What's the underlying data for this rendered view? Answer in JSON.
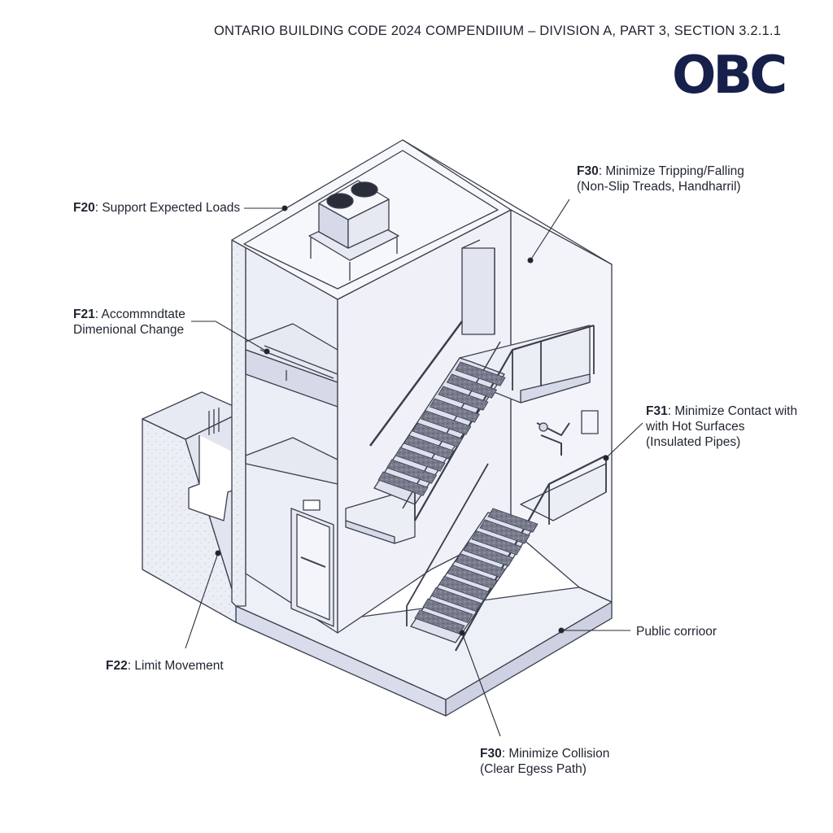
{
  "header": {
    "title": "ONTARIO BUILDING CODE 2024 COMPENDIIUM – DIVISION A, PART 3, SECTION 3.2.1.1"
  },
  "logo": {
    "text": "OBC",
    "color": "#16204a"
  },
  "callouts": {
    "f20": {
      "code": "F20",
      "text": ": Support Expected Loads"
    },
    "f21": {
      "code": "F21",
      "line1": ": Accommndtate",
      "line2": "Dimenional Change"
    },
    "f22": {
      "code": "F22",
      "text": ": Limit Movement"
    },
    "f30_top": {
      "code": "F30",
      "line1": ": Minimize Tripping/Falling",
      "line2": "(Non-Slip Treads, Handharril)"
    },
    "f31": {
      "code": "F31",
      "line1": ": Minimize Contact with",
      "line2": "with Hot Surfaces",
      "line3": "(Insulated Pipes)"
    },
    "corridor": {
      "text": "Public corrioor"
    },
    "f30_bottom": {
      "code": "F30",
      "line1": ": Minimize Collision",
      "line2": "(Clear Egess Path)"
    }
  },
  "colors": {
    "line": "#3a3f4c",
    "wall_light": "#f1f2f8",
    "wall_mid": "#e4e6f1",
    "wall_dark": "#d6d9e8",
    "tread": "#6f7384",
    "brand": "#16204a"
  }
}
